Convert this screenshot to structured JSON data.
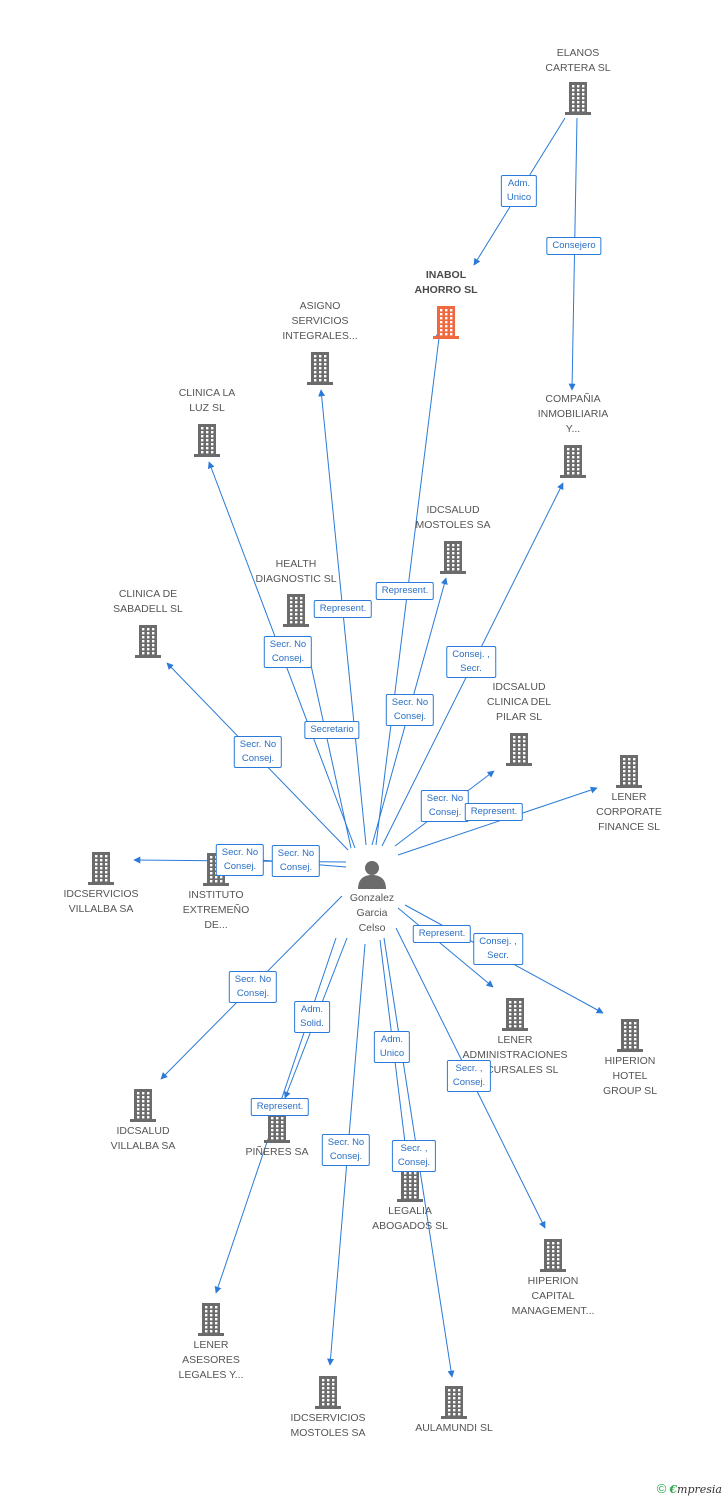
{
  "colors": {
    "edge": "#2a7ad8",
    "building": "#6b6b6b",
    "focus_building": "#f0683e",
    "person": "#6b6b6b"
  },
  "person": {
    "name": "Gonzalez\nGarcia\nCelso"
  },
  "nodes": [
    {
      "id": "elanos",
      "name": "ELANOS\nCARTERA SL"
    },
    {
      "id": "inabol",
      "name": "INABOL\nAHORRO SL",
      "focus": true
    },
    {
      "id": "asigno",
      "name": "ASIGNO\nSERVICIOS\nINTEGRALES..."
    },
    {
      "id": "clinica_luz",
      "name": "CLINICA LA\nLUZ SL"
    },
    {
      "id": "compania",
      "name": "COMPAÑIA\nINMOBILIARIA\nY..."
    },
    {
      "id": "idc_mostoles",
      "name": "IDCSALUD\nMOSTOLES SA"
    },
    {
      "id": "health",
      "name": "HEALTH\nDIAGNOSTIC  SL"
    },
    {
      "id": "clinica_sabadell",
      "name": "CLINICA DE\nSABADELL SL"
    },
    {
      "id": "idc_pilar",
      "name": "IDCSALUD\nCLINICA DEL\nPILAR  SL"
    },
    {
      "id": "lener_corp",
      "name": "LENER\nCORPORATE\nFINANCE  SL"
    },
    {
      "id": "idcserv_villalba",
      "name": "IDCSERVICIOS\nVILLALBA SA"
    },
    {
      "id": "instituto",
      "name": "INSTITUTO\nEXTREMEÑO\nDE..."
    },
    {
      "id": "lener_admin",
      "name": "LENER\nADMINISTRACIONES\nSUCURSALES SL"
    },
    {
      "id": "hiperion_hotel",
      "name": "HIPERION\nHOTEL\nGROUP SL"
    },
    {
      "id": "idc_villalba",
      "name": "IDCSALUD\nVILLALBA SA"
    },
    {
      "id": "pineres",
      "name": "PIÑERES SA"
    },
    {
      "id": "legalia",
      "name": "LEGALIA\nABOGADOS  SL"
    },
    {
      "id": "hiperion_cap",
      "name": "HIPERION\nCAPITAL\nMANAGEMENT..."
    },
    {
      "id": "lener_asesores",
      "name": "LENER\nASESORES\nLEGALES Y..."
    },
    {
      "id": "idcserv_mostoles",
      "name": "IDCSERVICIOS\nMOSTOLES SA"
    },
    {
      "id": "aulamundi",
      "name": "AULAMUNDI SL"
    }
  ],
  "edges": [
    {
      "from": "elanos",
      "to": "inabol",
      "label": "Adm.\nUnico"
    },
    {
      "from": "elanos",
      "to": "compania",
      "label": "Consejero"
    },
    {
      "from": "person",
      "to": "inabol",
      "label": "Represent."
    },
    {
      "from": "person",
      "to": "asigno",
      "label": "Secretario"
    },
    {
      "from": "person",
      "to": "clinica_luz",
      "label": "Secr.  No\nConsej."
    },
    {
      "from": "person",
      "to": "health",
      "label": "Represent."
    },
    {
      "from": "person",
      "to": "idc_mostoles",
      "label": "Secr.  No\nConsej."
    },
    {
      "from": "person",
      "to": "compania",
      "label": "Consej. ,\nSecr."
    },
    {
      "from": "person",
      "to": "clinica_sabadell",
      "label": "Secr.  No\nConsej."
    },
    {
      "from": "person",
      "to": "idc_pilar",
      "label": "Secr.  No\nConsej."
    },
    {
      "from": "person",
      "to": "lener_corp",
      "label": "Represent."
    },
    {
      "from": "person",
      "to": "idcserv_villalba",
      "label": "Secr.  No\nConsej."
    },
    {
      "from": "person",
      "to": "instituto",
      "label": "Secr.  No\nConsej."
    },
    {
      "from": "person",
      "to": "lener_admin",
      "label": "Represent."
    },
    {
      "from": "person",
      "to": "hiperion_hotel",
      "label": "Consej. ,\nSecr."
    },
    {
      "from": "person",
      "to": "idc_villalba",
      "label": "Secr.  No\nConsej."
    },
    {
      "from": "person",
      "to": "pineres",
      "label": "Adm.\nSolid."
    },
    {
      "from": "person",
      "to": "lener_asesores",
      "label": "Represent."
    },
    {
      "from": "person",
      "to": "legalia",
      "label": "Adm.\nUnico"
    },
    {
      "from": "person",
      "to": "hiperion_cap",
      "label": "Secr. ,\nConsej."
    },
    {
      "from": "person",
      "to": "idcserv_mostoles",
      "label": "Secr.  No\nConsej."
    },
    {
      "from": "person",
      "to": "aulamundi",
      "label": "Secr. ,\nConsej."
    }
  ],
  "footer": {
    "copyright": "©",
    "brand_initial": "€",
    "brand_rest": "mpresia"
  }
}
